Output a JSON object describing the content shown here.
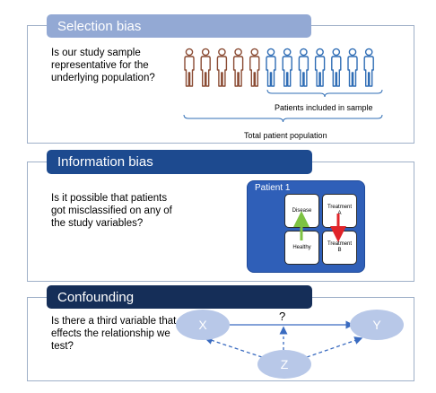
{
  "sections": [
    {
      "title": "Selection bias",
      "question": "Is our study sample\nrepresentative for the\nunderlying population?",
      "sample_label": "Patients included in sample",
      "population_label": "Total patient population",
      "brown_count": 5,
      "blue_count": 7,
      "colors": {
        "header": "#93a9d4",
        "brown": "#8a4b33",
        "blue": "#2f6db5"
      }
    },
    {
      "title": "Information bias",
      "question": "Is it possible that patients\ngot misclassified on any of\nthe study variables?",
      "patient_title": "Patient 1",
      "cells": {
        "disease": "Disease",
        "healthy": "Healthy",
        "treatment_a": "Treatment\nA",
        "treatment_b": "Treatment\nB"
      },
      "colors": {
        "header": "#1d4a8f",
        "green_arrow": "#7dc242",
        "red_arrow": "#e0242a"
      }
    },
    {
      "title": "Confounding",
      "question": "Is there a third variable that\neffects the relationship we\ntest?",
      "nodes": {
        "x": "X",
        "y": "Y",
        "z": "Z"
      },
      "unknown": "?",
      "colors": {
        "header": "#152e58",
        "node": "#b8c8e8",
        "arrow": "#3a6bc0"
      }
    }
  ]
}
